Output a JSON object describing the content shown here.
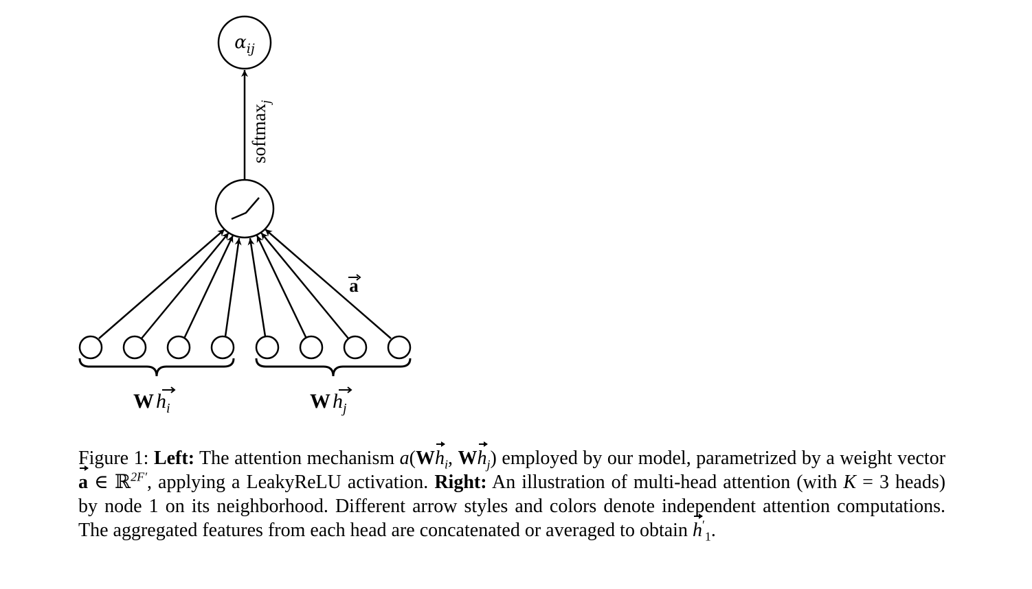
{
  "figure": {
    "top_node_label": "α",
    "top_node_sub": "ij",
    "arrow_label": "softmax",
    "arrow_label_sub": "j",
    "weight_label": "a",
    "left_group_W": "W",
    "left_group_h": "h",
    "left_group_sub": "i",
    "right_group_W": "W",
    "right_group_h": "h",
    "right_group_sub": "j"
  },
  "caption": {
    "figure_num": "Figure 1:",
    "left_label": "Left:",
    "text1": "The attention mechanism",
    "math_a": "a",
    "math_W": "W",
    "math_h": "h",
    "math_i": "i",
    "math_j": "j",
    "text2": "employed by our model, parametrized by a weight vector",
    "math_vec_a": "a",
    "math_in": "∈",
    "math_R": "ℝ",
    "math_2F": "2F′",
    "text3": ", applying a LeakyReLU activation.",
    "right_label": "Right:",
    "text4": "An illustration of multi-head attention (with",
    "math_K": "K",
    "math_eq": "=",
    "math_3": "3",
    "text5": "heads) by node 1 on its neighborhood. Different arrow styles and colors denote independent attention computations. The aggregated features from each head are concatenated or averaged to obtain",
    "math_h1": "h",
    "math_h1_sub": "1",
    "math_prime": "′",
    "text_end": "."
  }
}
